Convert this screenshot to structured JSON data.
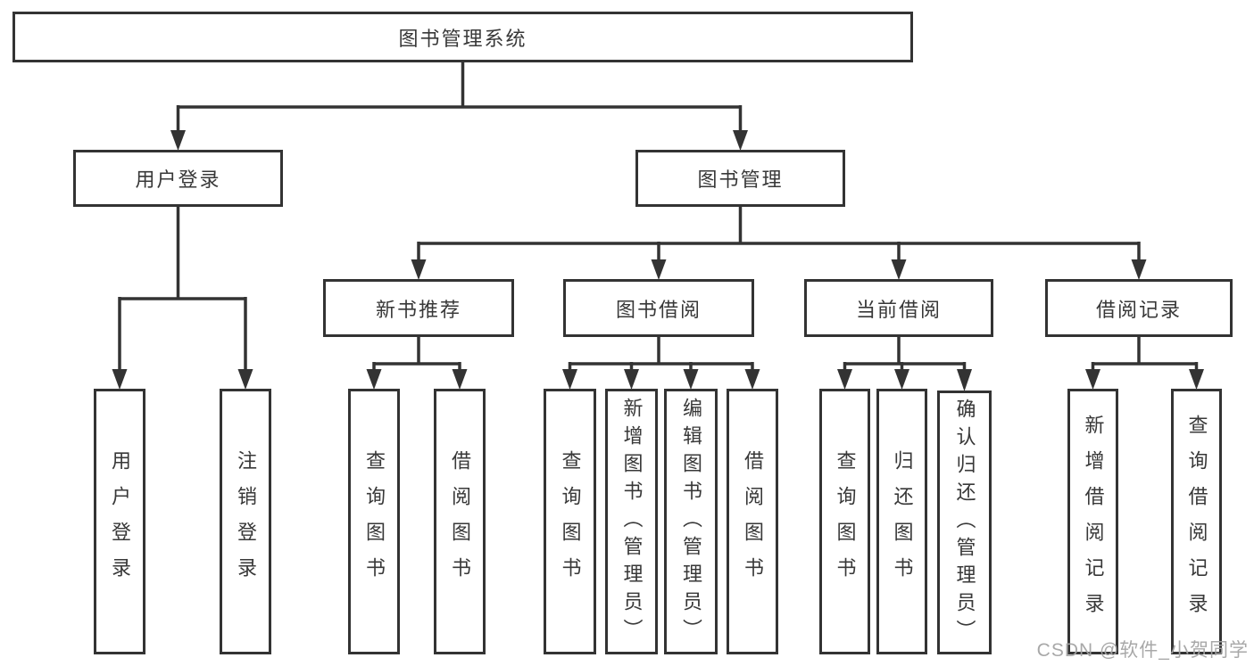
{
  "diagram_type": "hierarchy-tree",
  "tree": {
    "label": "图书管理系统",
    "children": [
      {
        "label": "用户登录",
        "children": [
          {
            "label": "用户登录"
          },
          {
            "label": "注销登录"
          }
        ]
      },
      {
        "label": "图书管理",
        "children": [
          {
            "label": "新书推荐",
            "children": [
              {
                "label": "查询图书"
              },
              {
                "label": "借阅图书"
              }
            ]
          },
          {
            "label": "图书借阅",
            "children": [
              {
                "label": "查询图书"
              },
              {
                "label": "新增图书（管理员）"
              },
              {
                "label": "编辑图书（管理员）"
              },
              {
                "label": "借阅图书"
              }
            ]
          },
          {
            "label": "当前借阅",
            "children": [
              {
                "label": "查询图书"
              },
              {
                "label": "归还图书"
              },
              {
                "label": "确认归还（管理员）"
              }
            ]
          },
          {
            "label": "借阅记录",
            "children": [
              {
                "label": "新增借阅记录"
              },
              {
                "label": "查询借阅记录"
              }
            ]
          }
        ]
      }
    ]
  },
  "watermark": {
    "text": "CSDN @软件_小贺同学"
  },
  "colors": {
    "line": "#333333",
    "box_border": "#333333",
    "text": "#383838",
    "watermark": "#a3a3a3",
    "background": "#ffffff"
  }
}
